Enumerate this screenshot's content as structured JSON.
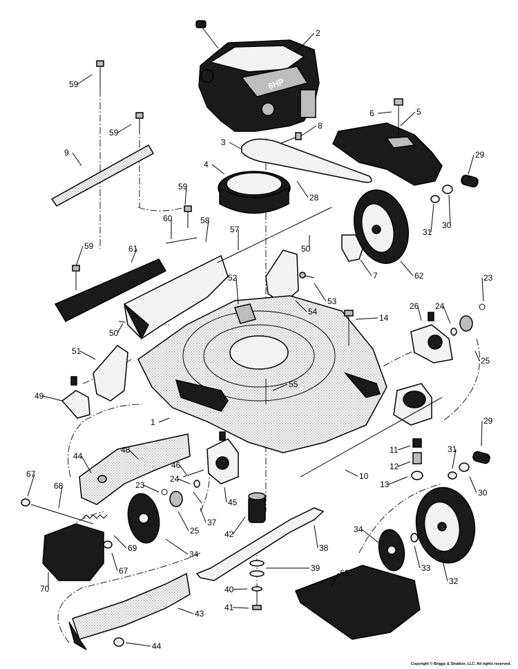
{
  "engine_badge": "6HP",
  "copyright": "Copyright © Briggs & Stratton, LLC. All rights reserved.",
  "callouts": [
    {
      "n": "2"
    },
    {
      "n": "59"
    },
    {
      "n": "59"
    },
    {
      "n": "9"
    },
    {
      "n": "3"
    },
    {
      "n": "8"
    },
    {
      "n": "6"
    },
    {
      "n": "5"
    },
    {
      "n": "4"
    },
    {
      "n": "28"
    },
    {
      "n": "29"
    },
    {
      "n": "59"
    },
    {
      "n": "60"
    },
    {
      "n": "58"
    },
    {
      "n": "57"
    },
    {
      "n": "50"
    },
    {
      "n": "31"
    },
    {
      "n": "30"
    },
    {
      "n": "62"
    },
    {
      "n": "59"
    },
    {
      "n": "61"
    },
    {
      "n": "52"
    },
    {
      "n": "7"
    },
    {
      "n": "53"
    },
    {
      "n": "54"
    },
    {
      "n": "23"
    },
    {
      "n": "26"
    },
    {
      "n": "24"
    },
    {
      "n": "14"
    },
    {
      "n": "50"
    },
    {
      "n": "51"
    },
    {
      "n": "25"
    },
    {
      "n": "49"
    },
    {
      "n": "55"
    },
    {
      "n": "1"
    },
    {
      "n": "48"
    },
    {
      "n": "29"
    },
    {
      "n": "11"
    },
    {
      "n": "31"
    },
    {
      "n": "12"
    },
    {
      "n": "44"
    },
    {
      "n": "46"
    },
    {
      "n": "24"
    },
    {
      "n": "23"
    },
    {
      "n": "67"
    },
    {
      "n": "68"
    },
    {
      "n": "45"
    },
    {
      "n": "10"
    },
    {
      "n": "13"
    },
    {
      "n": "30"
    },
    {
      "n": "37"
    },
    {
      "n": "25"
    },
    {
      "n": "42"
    },
    {
      "n": "34"
    },
    {
      "n": "69"
    },
    {
      "n": "38"
    },
    {
      "n": "34"
    },
    {
      "n": "67"
    },
    {
      "n": "39"
    },
    {
      "n": "33"
    },
    {
      "n": "70"
    },
    {
      "n": "66"
    },
    {
      "n": "32"
    },
    {
      "n": "40"
    },
    {
      "n": "41"
    },
    {
      "n": "43"
    },
    {
      "n": "44"
    }
  ]
}
